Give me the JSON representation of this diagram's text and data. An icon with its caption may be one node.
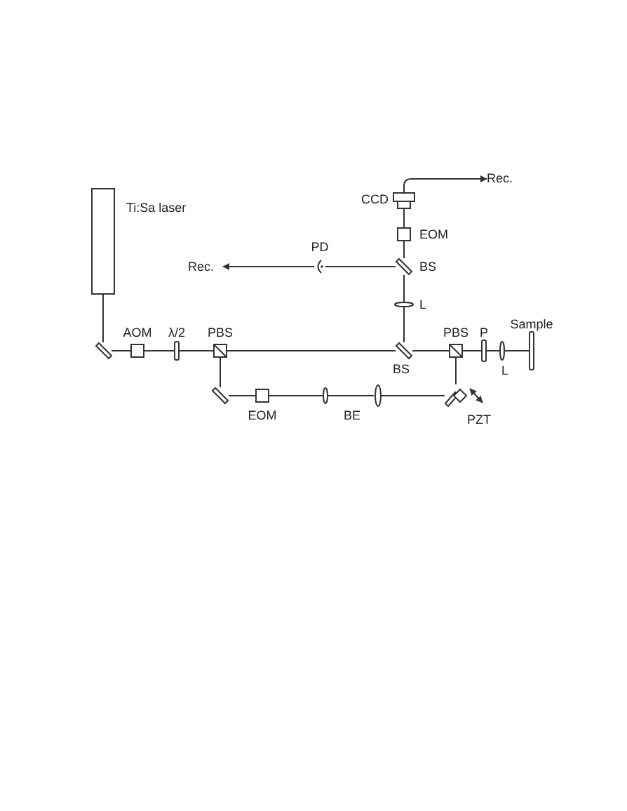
{
  "diagram": {
    "nodes": [
      {
        "text": [
          "Rec."
        ]
      },
      {
        "text": [
          "CCD"
        ]
      },
      {
        "text": [
          "Ti:Sa laser"
        ]
      },
      {
        "text": [
          "EOM"
        ]
      },
      {
        "text": [
          "PD"
        ]
      },
      {
        "text": [
          "Rec."
        ]
      },
      {
        "text": [
          "BS"
        ]
      },
      {
        "text": [
          "L"
        ]
      },
      {
        "text": [],
        "shape": "bar"
      },
      {
        "text": [
          "AOM"
        ]
      },
      {
        "text": [
          "λ/2"
        ]
      },
      {
        "text": [
          "PBS"
        ]
      },
      {
        "text": [
          "BS"
        ]
      },
      {
        "text": [
          "PBS"
        ]
      },
      {
        "text": [
          "P"
        ]
      },
      {
        "text": [
          "L"
        ]
      },
      {
        "text": [
          "Sample"
        ]
      },
      {
        "text": [],
        "shape": "bar"
      },
      {
        "text": [
          "EOM"
        ]
      },
      {
        "text": [],
        "shape": "ellipse"
      },
      {
        "text": [],
        "shape": "ellipse"
      },
      {
        "text": [
          "PZT"
        ]
      }
    ],
    "edges": [
      {
        "from": 2,
        "to": 8,
        "arrow": "none"
      },
      {
        "from": 8,
        "to": 9,
        "arrow": "none"
      },
      {
        "from": 9,
        "to": 10,
        "arrow": "none"
      },
      {
        "from": 10,
        "to": 11,
        "arrow": "none"
      },
      {
        "from": 11,
        "to": 12,
        "arrow": "none"
      },
      {
        "from": 12,
        "to": 13,
        "arrow": "none"
      },
      {
        "from": 13,
        "to": 14,
        "arrow": "none"
      },
      {
        "from": 14,
        "to": 15,
        "arrow": "none"
      },
      {
        "from": 15,
        "to": 16,
        "arrow": "none"
      },
      {
        "from": 11,
        "to": 17,
        "arrow": "none"
      },
      {
        "from": 17,
        "to": 18,
        "arrow": "none"
      },
      {
        "from": 18,
        "to": 19,
        "arrow": "none"
      },
      {
        "from": 19,
        "to": 20,
        "arrow": "none"
      },
      {
        "from": 20,
        "to": 21,
        "arrow": "none"
      },
      {
        "from": 21,
        "to": 13,
        "arrow": "none"
      },
      {
        "from": 12,
        "to": 7,
        "arrow": "none"
      },
      {
        "from": 7,
        "to": 6,
        "arrow": "none"
      },
      {
        "from": 6,
        "to": 3,
        "arrow": "none"
      },
      {
        "from": 3,
        "to": 1,
        "arrow": "none"
      },
      {
        "from": 6,
        "to": 4,
        "arrow": "none"
      },
      {
        "from": 4,
        "to": 5,
        "arrow": "to"
      },
      {
        "from": 1,
        "to": 0,
        "arrow": "to"
      }
    ],
    "labels": [
      "BE"
    ]
  }
}
